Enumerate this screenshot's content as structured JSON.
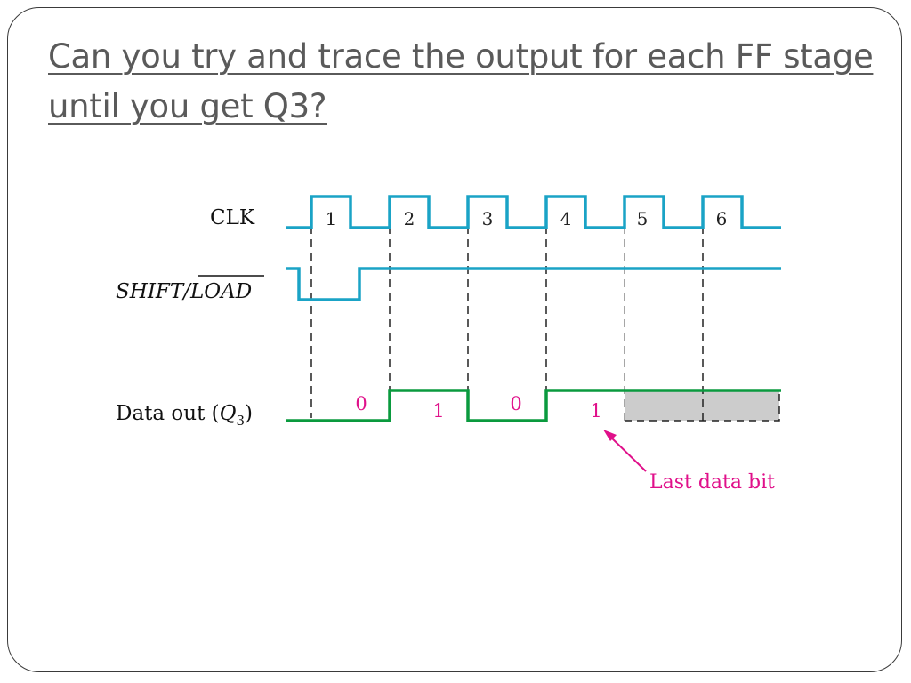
{
  "slide": {
    "title_line1": "Can you try and trace the output for each FF stage",
    "title_line2": "until you get Q3?"
  },
  "diagram": {
    "signals": {
      "clk_label": "CLK",
      "shift_label": "SHIFT/",
      "load_label": "LOAD",
      "data_label_prefix": "Data out (",
      "data_label_q": "Q",
      "data_label_sub": "3",
      "data_label_suffix": ")"
    },
    "clock_numbers": [
      "1",
      "2",
      "3",
      "4",
      "5",
      "6"
    ],
    "data_bits": [
      "0",
      "1",
      "0",
      "1"
    ],
    "annotation": "Last data bit",
    "colors": {
      "clock": "#1aa3c6",
      "shift_load": "#1aa3c6",
      "data_out": "#0a9a3e",
      "bits": "#e0108a",
      "shaded": "#cccccc"
    }
  }
}
